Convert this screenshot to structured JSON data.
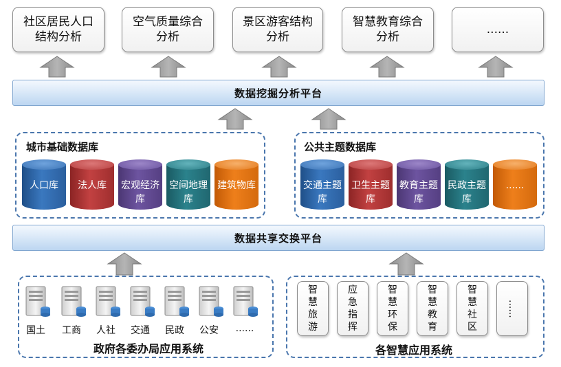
{
  "analysis_apps": [
    {
      "label": "社区居民人口结构分析"
    },
    {
      "label": "空气质量综合分析"
    },
    {
      "label": "景区游客结构分析"
    },
    {
      "label": "智慧教育综合分析"
    },
    {
      "label": "......"
    }
  ],
  "mining_platform": {
    "label": "数据挖掘分析平台"
  },
  "city_db_group": {
    "title": "城市基础数据库",
    "items": [
      {
        "label": "人口库",
        "color": "#3a78bf"
      },
      {
        "label": "法人库",
        "color": "#c24141"
      },
      {
        "label": "宏观经济库",
        "color": "#6d54a0"
      },
      {
        "label": "空间地理库",
        "color": "#2b828c"
      },
      {
        "label": "建筑物库",
        "color": "#ee7f1b"
      }
    ]
  },
  "topic_db_group": {
    "title": "公共主题数据库",
    "items": [
      {
        "label": "交通主题库",
        "color": "#3a78bf"
      },
      {
        "label": "卫生主题库",
        "color": "#c24141"
      },
      {
        "label": "教育主题库",
        "color": "#6d54a0"
      },
      {
        "label": "民政主题库",
        "color": "#2b828c"
      },
      {
        "label": "......",
        "color": "#ee7f1b"
      }
    ]
  },
  "exchange_platform": {
    "label": "数据共享交换平台"
  },
  "gov_group": {
    "title": "政府各委办局应用系统",
    "items": [
      {
        "label": "国土"
      },
      {
        "label": "工商"
      },
      {
        "label": "人社"
      },
      {
        "label": "交通"
      },
      {
        "label": "民政"
      },
      {
        "label": "公安"
      },
      {
        "label": "......"
      }
    ]
  },
  "smart_group": {
    "title": "各智慧应用系统",
    "items": [
      {
        "label": "智慧旅游"
      },
      {
        "label": "应急指挥"
      },
      {
        "label": "智慧环保"
      },
      {
        "label": "智慧教育"
      },
      {
        "label": "智慧社区"
      },
      {
        "label": "......"
      }
    ]
  }
}
